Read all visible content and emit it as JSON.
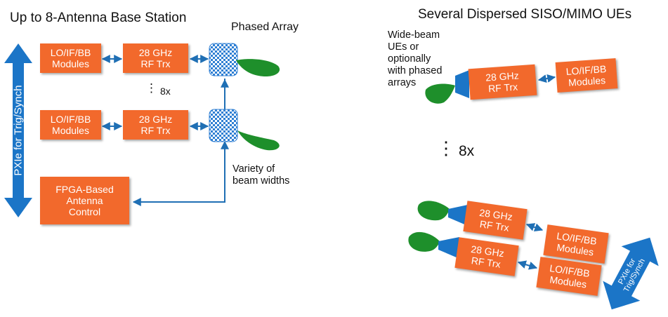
{
  "base_station": {
    "title": "Up to 8-Antenna Base Station",
    "phased_array_label": "Phased Array",
    "lo_module_label": "LO/IF/BB\nModules",
    "rf_trx_label": "28 GHz\nRF Trx",
    "repeat_ellipsis": "⋮",
    "repeat_count": "8x",
    "fpga_label": "FPGA-Based\nAntenna\nControl",
    "beam_widths_label": "Variety of\nbeam widths",
    "pxie_label": "PXIe for Trig/Synch"
  },
  "ues": {
    "title": "Several Dispersed SISO/MIMO UEs",
    "wide_beam_label": "Wide-beam\nUEs or\noptionally\nwith phased\narrays",
    "rf_trx_label": "28 GHz\nRF Trx",
    "lo_module_label": "LO/IF/BB\nModules",
    "repeat_ellipsis": "⋮",
    "repeat_count": "8x",
    "pxie_label": "PXIe for\nTrig/Synch"
  },
  "colors": {
    "module_fill": "#f2692c",
    "arrow_blue": "#1f6fb4",
    "big_arrow_blue": "#1b75c7",
    "beam_green": "#1e8f2b",
    "array_pattern": "#2f7fd3"
  }
}
